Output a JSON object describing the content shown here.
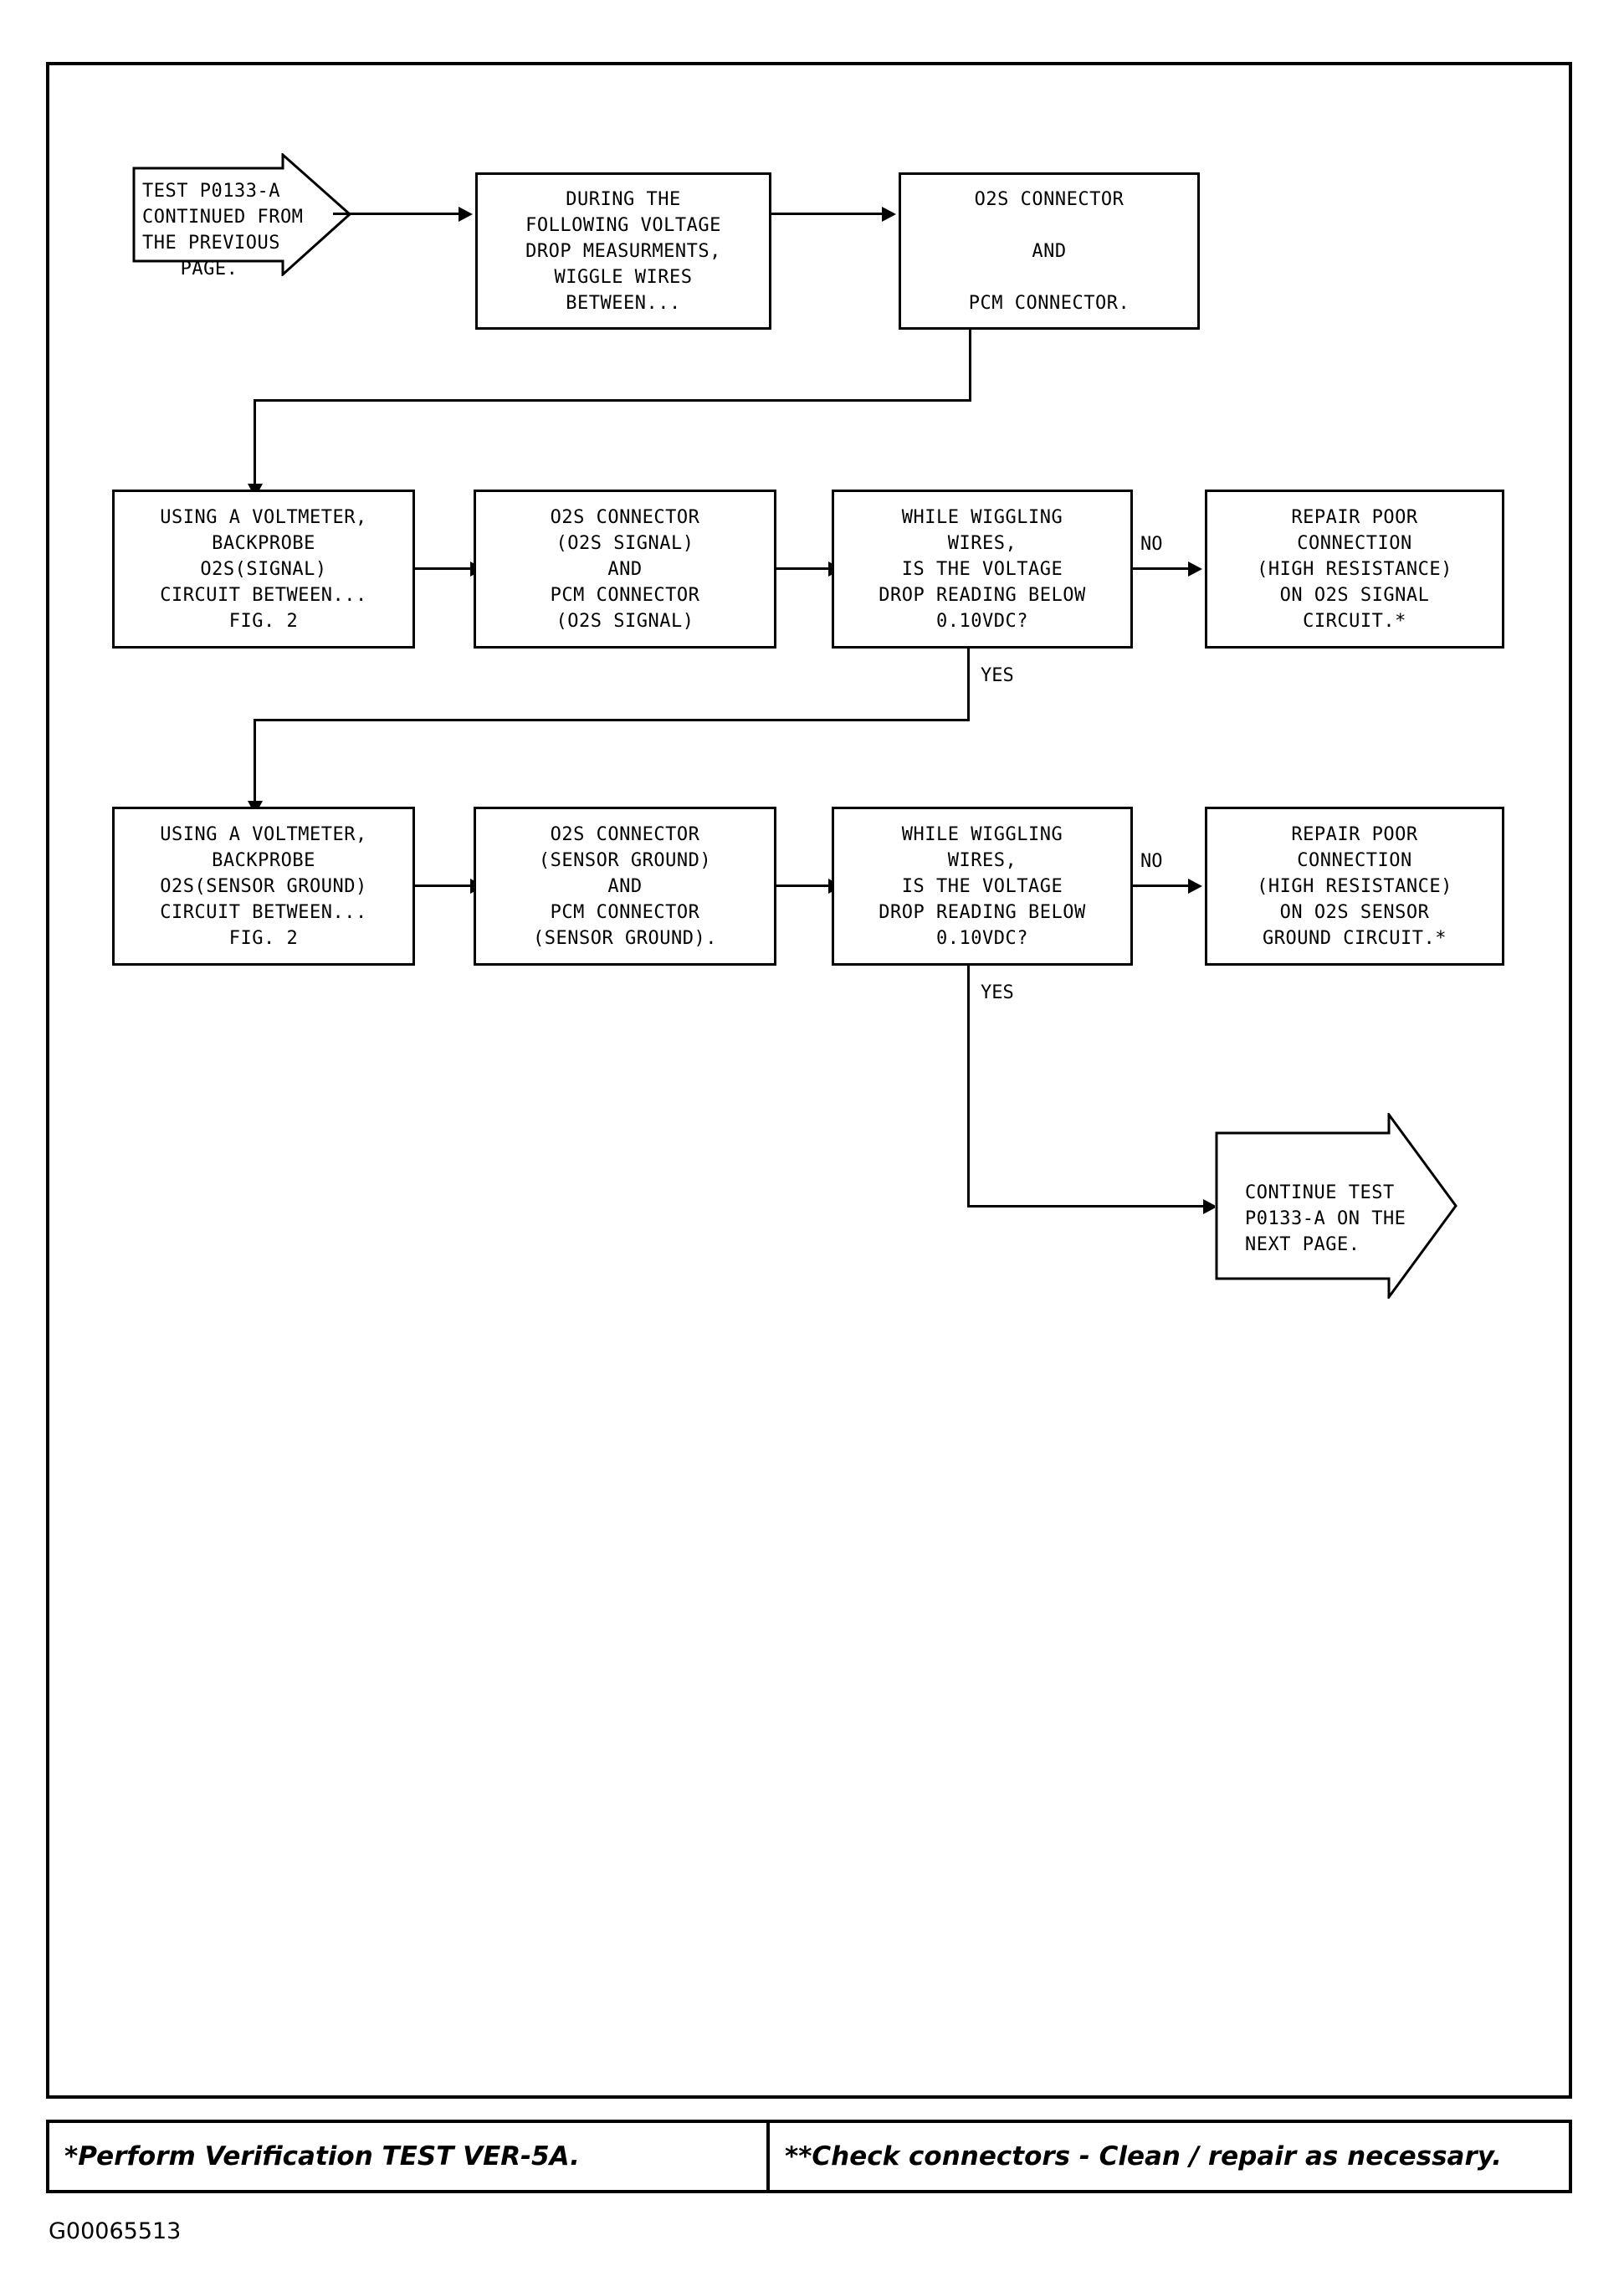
{
  "document": {
    "id_code": "G00065513"
  },
  "flowchart": {
    "nodes": [
      {
        "key": "start_banner",
        "shape": "banner-arrow-right",
        "text": "TEST P0133-A\nCONTINUED FROM\nTHE PREVIOUS\nPAGE."
      },
      {
        "key": "r1_wiggle",
        "shape": "rect",
        "text": "DURING THE\nFOLLOWING VOLTAGE\nDROP MEASURMENTS,\nWIGGLE WIRES\nBETWEEN..."
      },
      {
        "key": "r1_connectors",
        "shape": "rect",
        "text": "O2S CONNECTOR\n\nAND\n\nPCM CONNECTOR."
      },
      {
        "key": "r2_backprobe",
        "shape": "rect",
        "text": "USING A VOLTMETER,\nBACKPROBE\nO2S(SIGNAL)\nCIRCUIT BETWEEN...\nFIG. 2"
      },
      {
        "key": "r2_connectors",
        "shape": "rect",
        "text": "O2S CONNECTOR\n(O2S SIGNAL)\nAND\nPCM CONNECTOR\n(O2S SIGNAL)"
      },
      {
        "key": "r2_decision",
        "shape": "rect",
        "text": "WHILE WIGGLING\nWIRES,\nIS THE VOLTAGE\nDROP READING BELOW\n0.10VDC?"
      },
      {
        "key": "r2_repair",
        "shape": "rect",
        "text": "REPAIR POOR\nCONNECTION\n(HIGH RESISTANCE)\nON O2S SIGNAL\nCIRCUIT.*"
      },
      {
        "key": "r3_backprobe",
        "shape": "rect",
        "text": "USING A VOLTMETER,\nBACKPROBE\nO2S(SENSOR GROUND)\nCIRCUIT BETWEEN...\nFIG. 2"
      },
      {
        "key": "r3_connectors",
        "shape": "rect",
        "text": "O2S CONNECTOR\n(SENSOR GROUND)\nAND\nPCM CONNECTOR\n(SENSOR GROUND)."
      },
      {
        "key": "r3_decision",
        "shape": "rect",
        "text": "WHILE WIGGLING\nWIRES,\nIS THE VOLTAGE\nDROP READING BELOW\n0.10VDC?"
      },
      {
        "key": "r3_repair",
        "shape": "rect",
        "text": "REPAIR POOR\nCONNECTION\n(HIGH RESISTANCE)\nON O2S SENSOR\nGROUND CIRCUIT.*"
      },
      {
        "key": "end_banner",
        "shape": "banner-arrow-right",
        "text": "CONTINUE TEST\nP0133-A ON THE\nNEXT PAGE."
      }
    ],
    "edge_labels": {
      "r2_no": "NO",
      "r2_yes": "YES",
      "r3_no": "NO",
      "r3_yes": "YES"
    }
  },
  "notes": {
    "left": "*Perform Verification TEST VER-5A.",
    "right": "**Check connectors - Clean / repair as necessary."
  }
}
